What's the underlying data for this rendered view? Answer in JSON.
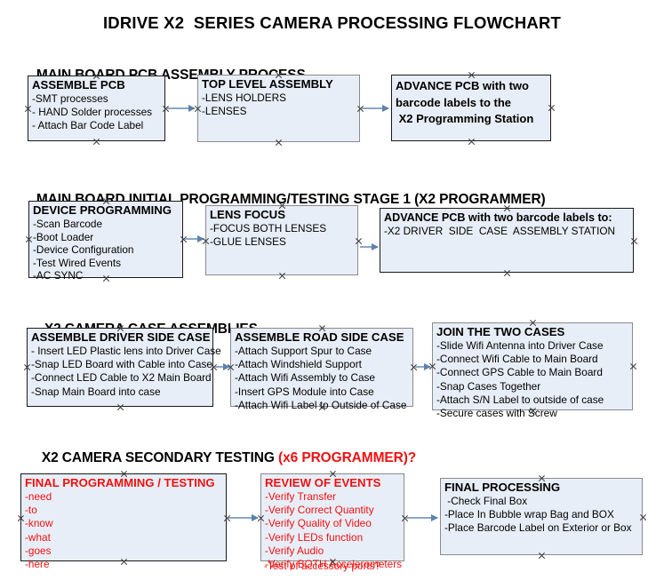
{
  "document": {
    "title": "IDRIVE X2  SERIES CAMERA PROCESSING FLOWCHART"
  },
  "colors": {
    "box_fill": "#e8eef7",
    "box_border_black": "#1a1a1a",
    "box_border_gray": "#8a8a8a",
    "arrow": "#8ba7c4",
    "accent_red": "#ee1111",
    "text": "#000000",
    "background": "#ffffff"
  },
  "sections": [
    {
      "heading": "MAIN BOARD PCB ASSEMBLY PROCESS",
      "heading_accent": "",
      "boxes": [
        {
          "title": "ASSEMBLE PCB",
          "lines": [
            "-SMT processes",
            "- HAND Solder processes",
            "- Attach Bar Code Label"
          ]
        },
        {
          "title": "TOP LEVEL ASSEMBLY",
          "lines": [
            "-LENS HOLDERS",
            "-LENSES"
          ]
        },
        {
          "title_lines": [
            "ADVANCE PCB with two",
            "barcode labels to the",
            " X2 Programming Station"
          ],
          "lines": []
        }
      ]
    },
    {
      "heading": "MAIN BOARD INITIAL PROGRAMMING/TESTING STAGE 1 (X2 PROGRAMMER)",
      "heading_accent": "",
      "boxes": [
        {
          "title": "DEVICE PROGRAMMING",
          "lines": [
            "-Scan Barcode",
            "-Boot Loader",
            "-Device Configuration",
            "-Test Wired Events",
            "-AC SYNC"
          ]
        },
        {
          "title": "LENS FOCUS",
          "lines": [
            "-FOCUS BOTH LENSES",
            "-GLUE LENSES"
          ]
        },
        {
          "title": "ADVANCE PCB with two barcode labels to:",
          "lines": [
            "-X2 DRIVER  SIDE  CASE  ASSEMBLY STATION"
          ]
        }
      ]
    },
    {
      "heading": "X2 CAMERA CASE ASSEMBLIES",
      "heading_accent": "",
      "boxes": [
        {
          "title": "ASSEMBLE DRIVER SIDE CASE",
          "lines": [
            "- Insert LED Plastic lens into Driver Case",
            "-Snap LED Board with Cable into Case",
            "-Connect LED Cable to X2 Main Board",
            "-Snap Main Board into case"
          ]
        },
        {
          "title": "ASSEMBLE ROAD SIDE CASE",
          "lines": [
            "-Attach Support Spur to Case",
            "-Attach Windshield Support",
            "-Attach Wifi Assembly to Case",
            "-Insert GPS Module into Case",
            "-Attach Wifi Label to Outside of Case"
          ]
        },
        {
          "title": "JOIN THE TWO CASES",
          "lines": [
            "-Slide Wifi Antenna into Driver Case",
            "-Connect Wifi Cable to Main Board",
            "-Connect GPS Cable to Main Board",
            "-Snap Cases Together",
            "-Attach S/N Label to outside of case",
            "-Secure cases with Screw"
          ]
        }
      ]
    },
    {
      "heading": "X2 CAMERA SECONDARY TESTING ",
      "heading_accent": "(x6 PROGRAMMER)?",
      "boxes": [
        {
          "title": "FINAL PROGRAMMING / TESTING",
          "lines": [
            "-need",
            "-to",
            "-know",
            "-what",
            "-goes",
            "-here"
          ]
        },
        {
          "title": "REVIEW OF EVENTS",
          "lines": [
            "-Verify Transfer",
            "-Verify Correct Quantity",
            "-Verify Quality of Video",
            "-Verify LEDs function",
            "-Verify Audio",
            "-Verify BOTH Accelerometers"
          ],
          "overflow_line": "-Test of accessory ports?"
        },
        {
          "title": "FINAL PROCESSING",
          "lines": [
            " -Check Final Box",
            "-Place In Bubble wrap Bag and BOX",
            "-Place Barcode Label on Exterior or Box"
          ]
        }
      ]
    }
  ]
}
